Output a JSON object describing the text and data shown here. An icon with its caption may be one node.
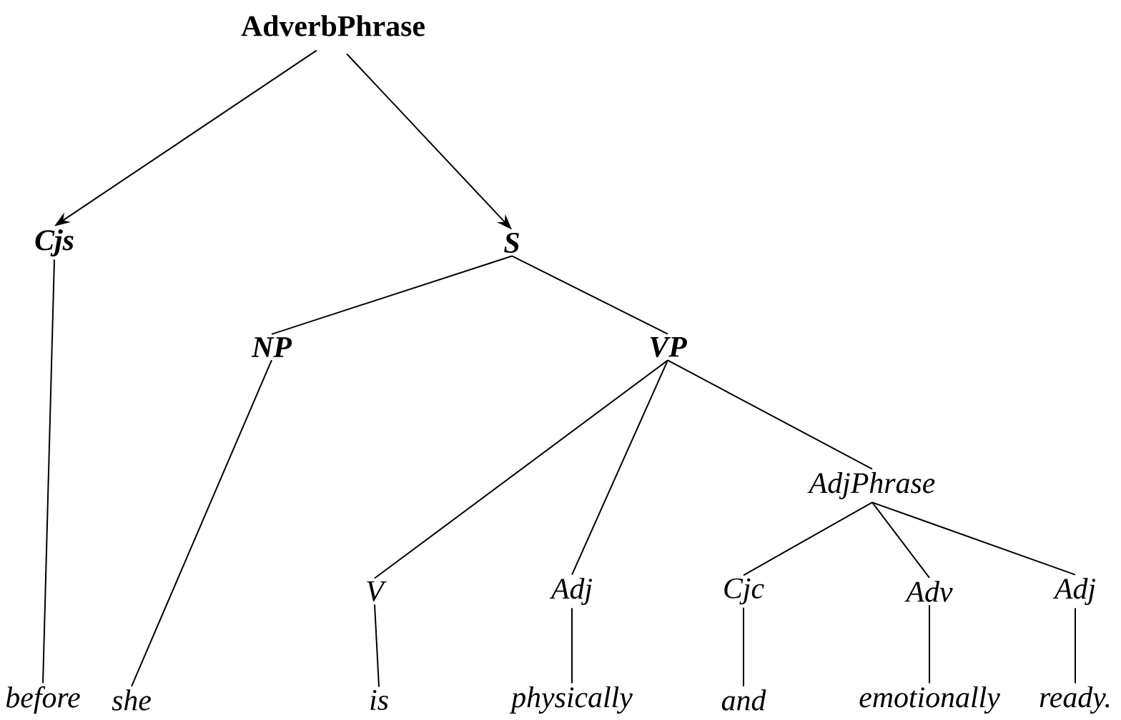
{
  "diagram": {
    "nodes": [
      {
        "text": [
          "AdverbPhrase"
        ]
      },
      {
        "text": [
          "Cjs"
        ]
      },
      {
        "text": [
          "S"
        ]
      },
      {
        "text": [
          "NP"
        ]
      },
      {
        "text": [
          "VP"
        ]
      },
      {
        "text": [
          "AdjPhrase"
        ]
      },
      {
        "text": [
          "V"
        ]
      },
      {
        "text": [
          "Adj"
        ]
      },
      {
        "text": [
          "Cjc"
        ]
      },
      {
        "text": [
          "Adv"
        ]
      },
      {
        "text": [
          "Adj"
        ]
      },
      {
        "text": [
          "before"
        ]
      },
      {
        "text": [
          "she"
        ]
      },
      {
        "text": [
          "is"
        ]
      },
      {
        "text": [
          "physically"
        ]
      },
      {
        "text": [
          "and"
        ]
      },
      {
        "text": [
          "emotionally"
        ]
      },
      {
        "text": [
          "ready."
        ]
      }
    ],
    "edges": [
      {
        "from": 0,
        "to": 1,
        "arrow": "to"
      },
      {
        "from": 0,
        "to": 2,
        "arrow": "to"
      },
      {
        "from": 1,
        "to": 11,
        "arrow": "none"
      },
      {
        "from": 2,
        "to": 3,
        "arrow": "none"
      },
      {
        "from": 2,
        "to": 4,
        "arrow": "none"
      },
      {
        "from": 3,
        "to": 12,
        "arrow": "none"
      },
      {
        "from": 4,
        "to": 6,
        "arrow": "none"
      },
      {
        "from": 4,
        "to": 7,
        "arrow": "none"
      },
      {
        "from": 4,
        "to": 5,
        "arrow": "none"
      },
      {
        "from": 5,
        "to": 8,
        "arrow": "none"
      },
      {
        "from": 5,
        "to": 9,
        "arrow": "none"
      },
      {
        "from": 5,
        "to": 10,
        "arrow": "none"
      },
      {
        "from": 6,
        "to": 13,
        "arrow": "none"
      },
      {
        "from": 7,
        "to": 14,
        "arrow": "none"
      },
      {
        "from": 8,
        "to": 15,
        "arrow": "none"
      },
      {
        "from": 9,
        "to": 16,
        "arrow": "none"
      },
      {
        "from": 10,
        "to": 17,
        "arrow": "none"
      }
    ]
  }
}
